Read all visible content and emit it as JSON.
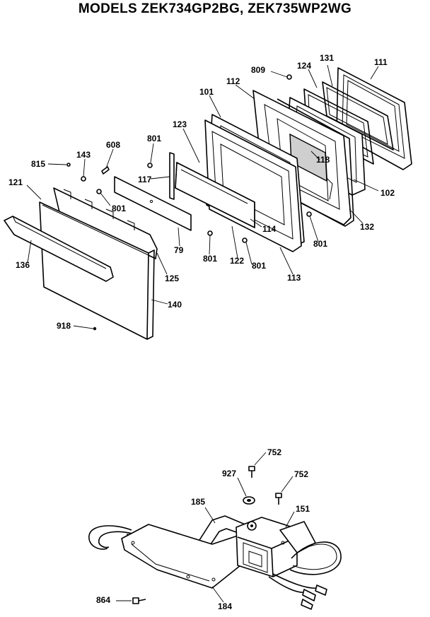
{
  "title": "MODELS ZEK734GP2BG, ZEK735WP2WG",
  "labels": {
    "l111": "111",
    "l131": "131",
    "l124": "124",
    "l809": "809",
    "l112": "112",
    "l101": "101",
    "l123": "123",
    "l801a": "801",
    "l608": "608",
    "l143": "143",
    "l815": "815",
    "l117": "117",
    "l121": "121",
    "l801b": "801",
    "l118": "118",
    "l102": "102",
    "l132": "132",
    "l801c": "801",
    "l114": "114",
    "l79": "79",
    "l801d": "801",
    "l122": "122",
    "l801e": "801",
    "l113": "113",
    "l136": "136",
    "l125": "125",
    "l140": "140",
    "l918": "918",
    "l752a": "752",
    "l927": "927",
    "l752b": "752",
    "l185": "185",
    "l151": "151",
    "l864": "864",
    "l184": "184"
  }
}
